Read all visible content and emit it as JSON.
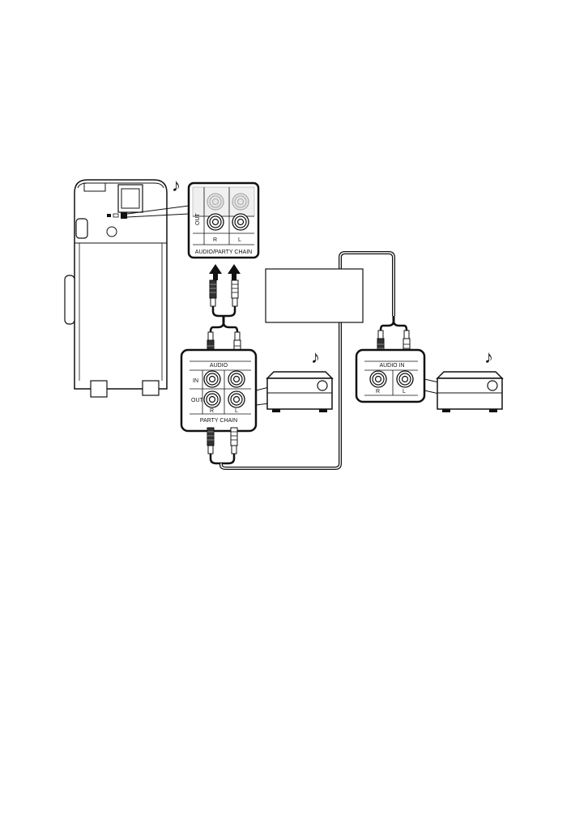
{
  "speaker_panel": {
    "out_label": "OUT",
    "r_label": "R",
    "l_label": "L",
    "footer_label": "AUDIO/PARTY CHAIN"
  },
  "device1_panel": {
    "title": "AUDIO",
    "in_label": "IN",
    "out_label": "OUT",
    "r_label": "R",
    "l_label": "L",
    "footer_label": "PARTY CHAIN"
  },
  "device2_panel": {
    "title": "AUDIO  IN",
    "r_label": "R",
    "l_label": "L"
  },
  "icons": {
    "note": "♪"
  }
}
